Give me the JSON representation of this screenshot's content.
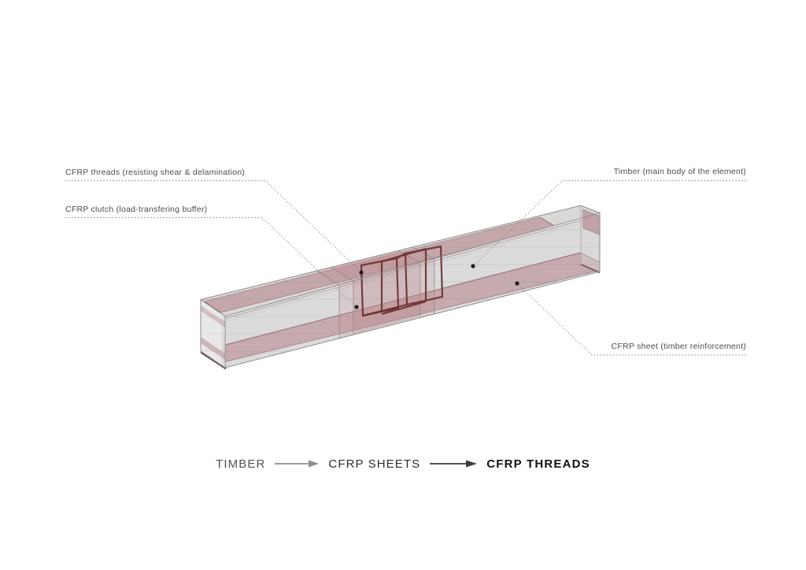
{
  "diagram": {
    "callouts": [
      {
        "id": "threads",
        "label": "CFRP threads (resisting shear & delamination)"
      },
      {
        "id": "clutch",
        "label": "CFRP clutch (load-transfering buffer)"
      },
      {
        "id": "timber",
        "label": "Timber (main body of the element)"
      },
      {
        "id": "sheet",
        "label": "CFRP sheet (timber reinforcement)"
      }
    ]
  },
  "flow": {
    "steps": [
      {
        "label": "TIMBER",
        "emphasis": "light"
      },
      {
        "label": "CFRP SHEETS",
        "emphasis": "regular"
      },
      {
        "label": "CFRP THREADS",
        "emphasis": "bold"
      }
    ]
  },
  "colors": {
    "thread_red": "#6e3132",
    "sheet_pink": "#c3a4a7",
    "timber_gray": "#dcdbdc",
    "clutch_pink": "#bc8d93",
    "leader_gray": "#8d8d8d",
    "dot_black": "#1c1c1c",
    "label_gray": "#4b4c4e",
    "flow_step1": "#515256",
    "flow_step2": "#2c2d2f",
    "flow_step3": "#111214",
    "arrow1_gray": "#8a8c8f",
    "arrow2_dark": "#3b3c3e"
  }
}
